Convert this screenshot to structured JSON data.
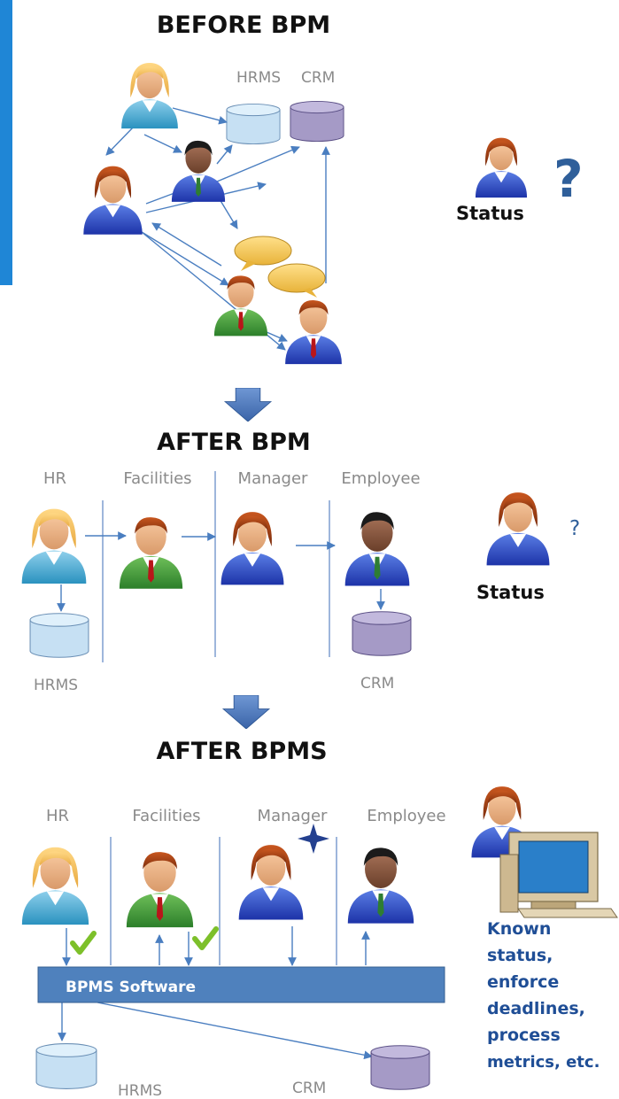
{
  "sections": {
    "before": {
      "title": "BEFORE BPM",
      "db_hrms": "HRMS",
      "db_crm": "CRM",
      "status_label": "Status",
      "question_mark": "?"
    },
    "after_bpm": {
      "title": "AFTER BPM",
      "lanes": [
        "HR",
        "Facilities",
        "Manager",
        "Employee"
      ],
      "db_hrms": "HRMS",
      "db_crm": "CRM",
      "status_label": "Status",
      "question_mark": "?"
    },
    "after_bpms": {
      "title": "AFTER BPMS",
      "lanes": [
        "HR",
        "Facilities",
        "Manager",
        "Employee"
      ],
      "software_bar": "BPMS Software",
      "db_hrms": "HRMS",
      "db_crm": "CRM",
      "benefits": [
        "Known",
        "status,",
        "enforce",
        "deadlines,",
        "process",
        "metrics, etc."
      ]
    }
  },
  "colors": {
    "arrow": "#4a7ec0",
    "lane_line": "#6a8fc8",
    "label_gray": "#8a8a8a",
    "bar_fill": "#4f81bd",
    "hrms_db": "#c6e0f3",
    "crm_db": "#a59ac6",
    "benefit_text": "#1f4e96",
    "question_blue": "#2f5f9a",
    "left_blue_bar": "#1f86d6"
  },
  "icons": [
    "person-icon",
    "database-icon",
    "speech-bubble-icon",
    "checkmark-icon",
    "computer-icon",
    "down-arrow-icon",
    "sparkle-icon"
  ]
}
